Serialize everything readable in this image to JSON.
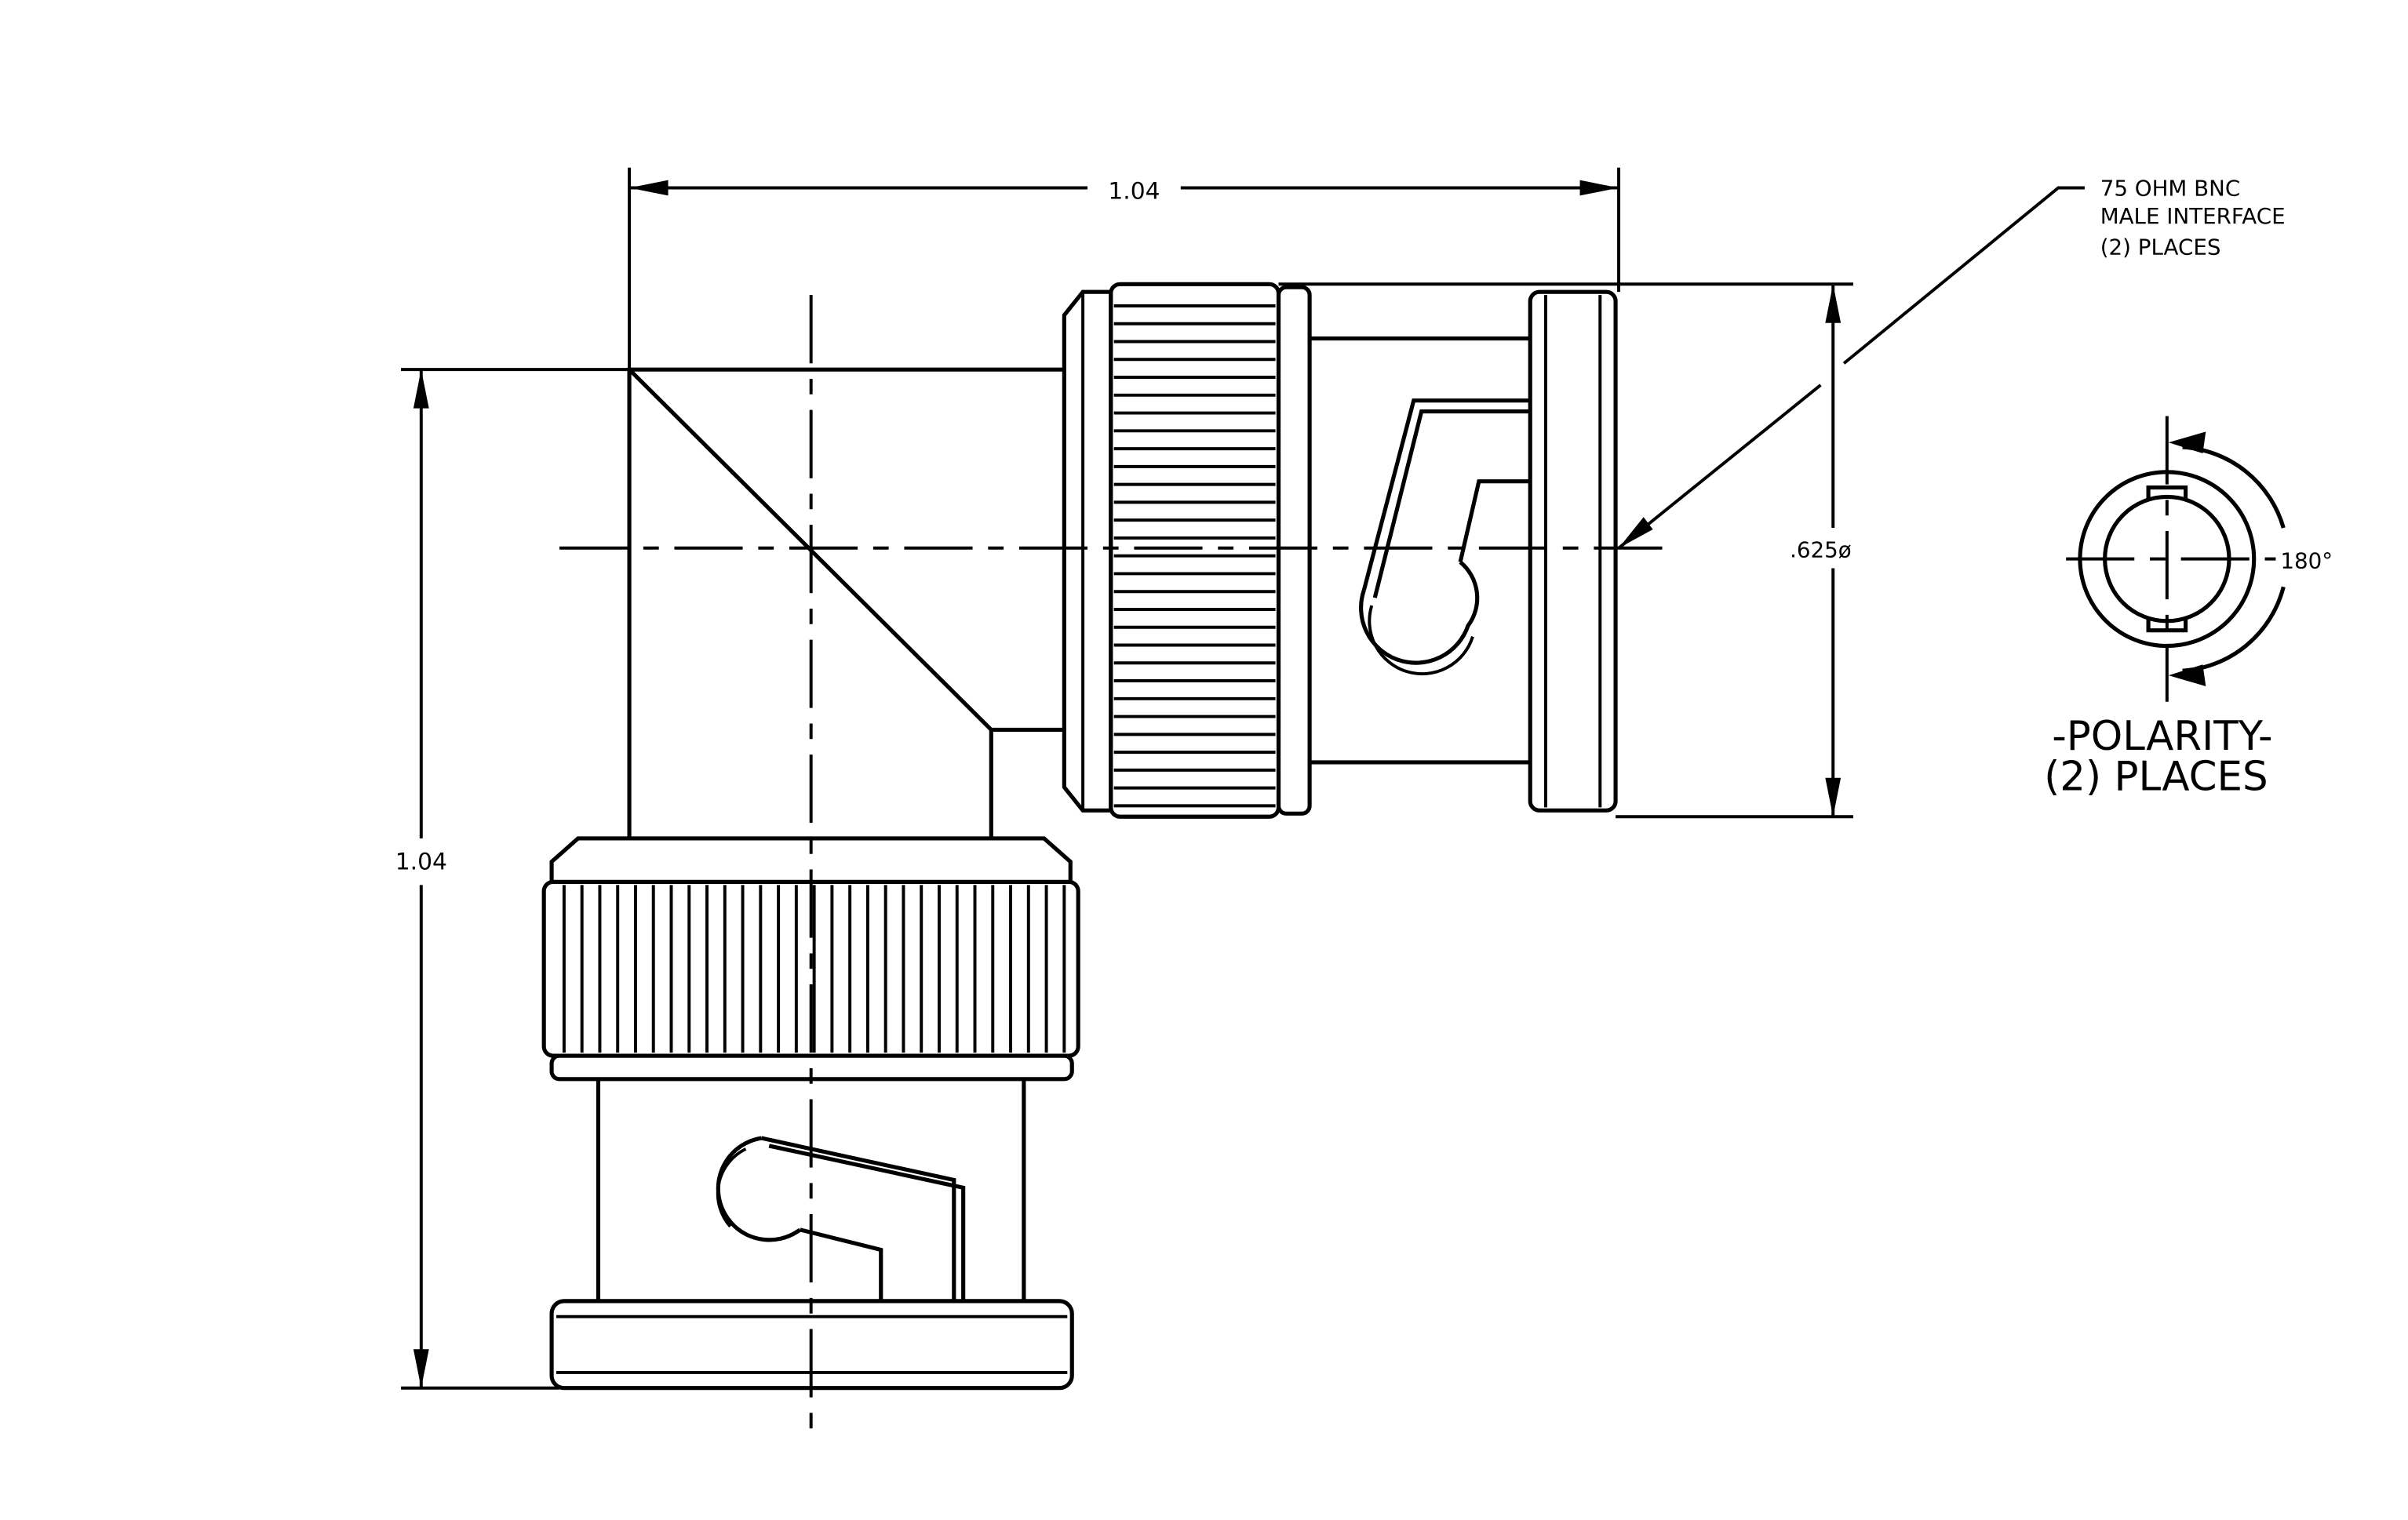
{
  "dimensions": {
    "top_width": "1.04",
    "left_height": "1.04",
    "diameter": ".625ø"
  },
  "callout": {
    "line1": "75 OHM BNC",
    "line2": "MALE INTERFACE",
    "line3": "(2)  PLACES"
  },
  "polarity": {
    "angle": "180°",
    "title": "-POLARITY-",
    "subtitle": "(2)  PLACES"
  }
}
